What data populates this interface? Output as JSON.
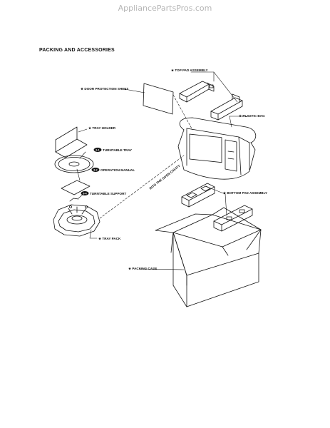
{
  "watermark": "AppliancePartsPros.com",
  "title": "PACKING AND ACCESSORIES",
  "labels": {
    "top_pad": "★ TOP PAD ASSEMBLY",
    "door_sheet": "★ DOOR PROTECTION SHEET",
    "plastic_bag": "★ PLASTIC BAG",
    "tray_holder": "★ TRAY HOLDER",
    "turntable_tray": "TURNTABLE TRAY",
    "turntable_tray_code": "6-1",
    "operation_manual": "OPERATION MANUAL",
    "operation_manual_code": "8-2",
    "turntable_support": "TURNTABLE SUPPORT",
    "turntable_support_code": "6-4",
    "into_cavity": "INTO THE OVEN CAVITY",
    "bottom_pad": "★ BOTTOM PAD ASSEMBLY",
    "tray_pack": "★ TRAY PACK",
    "packing_case": "★ PACKING CASE"
  }
}
